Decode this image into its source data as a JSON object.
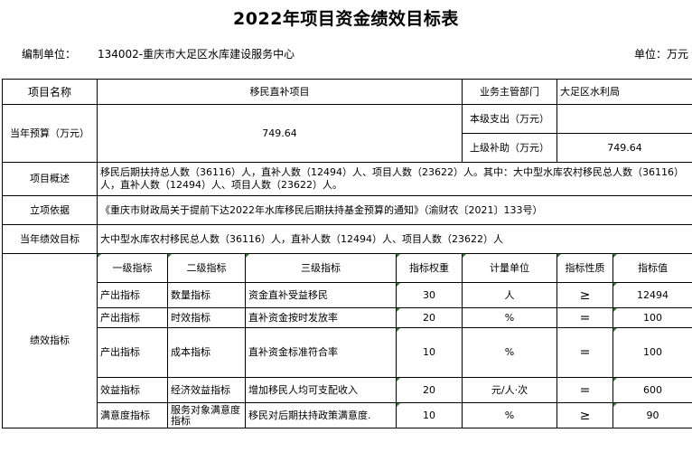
{
  "title": "2022年项目资金绩效目标表",
  "header": {
    "org_label": "编制单位：",
    "org_value": "134002-重庆市大足区水库建设服务中心",
    "unit_label": "单位：万元"
  },
  "rows": {
    "project_name_label": "项目名称",
    "project_name_value": "移民直补项目",
    "dept_label": "业务主管部门",
    "dept_value": "大足区水利局",
    "budget_label": "当年预算（万元）",
    "budget_value": "749.64",
    "local_label": "本级支出（万元）",
    "local_value": "",
    "superior_label": "上级补助（万元）",
    "superior_value": "749.64",
    "overview_label": "项目概述",
    "overview_value": "移民后期扶持总人数（36116）人，直补人数（12494）人、项目人数（23622）人。其中：大中型水库农村移民总人数（36116）人，直补人数（12494）人、项目人数（23622）人。",
    "basis_label": "立项依据",
    "basis_value": "《重庆市财政局关于提前下达2022年水库移民后期扶持基金预算的通知》（渝财农〔2021〕133号）",
    "goal_label": "当年绩效目标",
    "goal_value": "大中型水库农村移民总人数（36116）人，直补人数（12494）人、项目人数（23622）人",
    "perf_label": "绩效指标"
  },
  "indicators": {
    "headers": [
      "一级指标",
      "二级指标",
      "三级指标",
      "指标权重",
      "计量单位",
      "指标性质",
      "指标值"
    ],
    "rows": [
      {
        "l1": "产出指标",
        "l2": "数量指标",
        "l3": "资金直补受益移民",
        "weight": "30",
        "unit": "人",
        "nature": "≥",
        "value": "12494"
      },
      {
        "l1": "产出指标",
        "l2": "时效指标",
        "l3": "直补资金按时发放率",
        "weight": "20",
        "unit": "%",
        "nature": "=",
        "value": "100"
      },
      {
        "l1": "产出指标",
        "l2": "成本指标",
        "l3": "直补资金标准符合率",
        "weight": "10",
        "unit": "%",
        "nature": "=",
        "value": "100"
      },
      {
        "l1": "效益指标",
        "l2": "经济效益指标",
        "l3": "增加移民人均可支配收入",
        "weight": "20",
        "unit": "元/人·次",
        "nature": "=",
        "value": "600"
      },
      {
        "l1": "满意度指标",
        "l2": "服务对象满意度指标",
        "l3": "移民对后期扶持政策满意度.",
        "weight": "10",
        "unit": "%",
        "nature": "≥",
        "value": "90"
      }
    ]
  }
}
